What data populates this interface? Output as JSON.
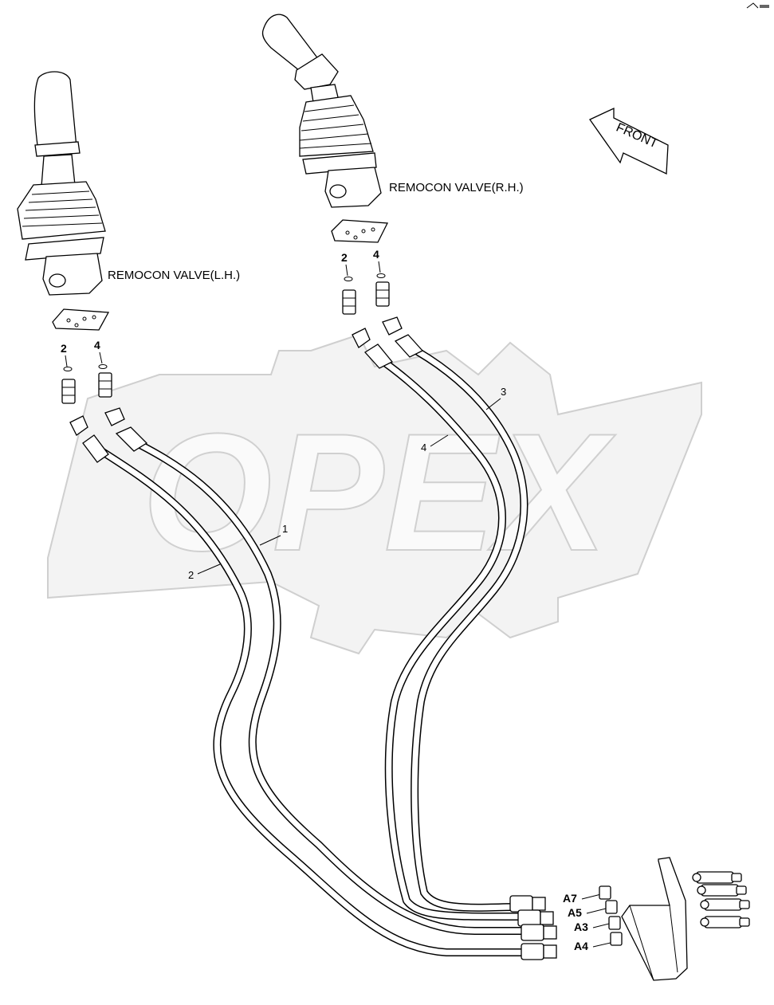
{
  "labels": {
    "lh_valve": "REMOCON VALVE(L.H.)",
    "rh_valve": "REMOCON VALVE(R.H.)",
    "front": "FRONT",
    "watermark": "OPEX"
  },
  "callouts": {
    "lh_port_2": "2",
    "lh_port_4": "4",
    "rh_port_2": "2",
    "rh_port_4": "4",
    "hose_1": "1",
    "hose_2": "2",
    "hose_3": "3",
    "hose_4": "4"
  },
  "ports": {
    "a7": "A7",
    "a5": "A5",
    "a3": "A3",
    "a4": "A4"
  }
}
